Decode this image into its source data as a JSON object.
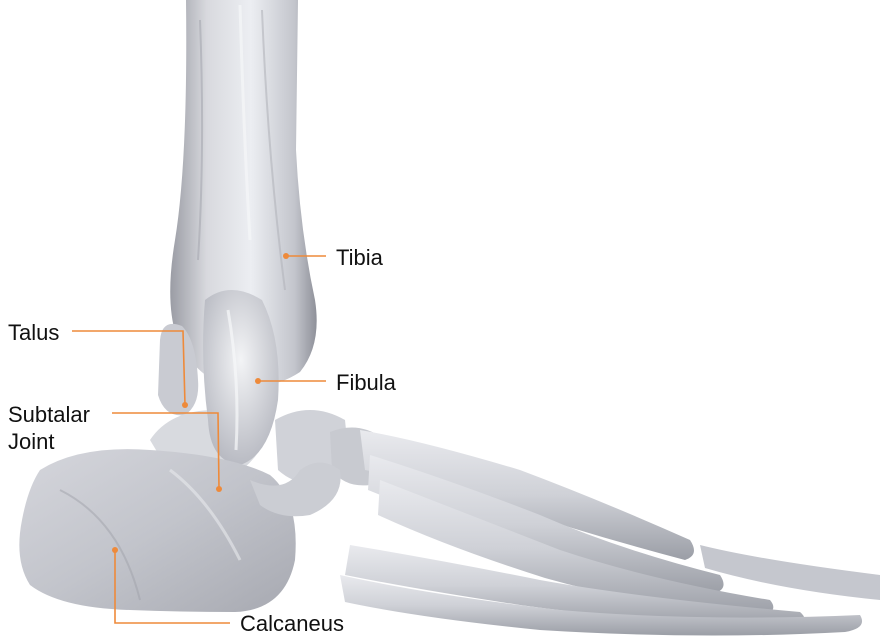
{
  "labels": {
    "tibia": "Tibia",
    "talus": "Talus",
    "fibula": "Fibula",
    "subtalar_line1": "Subtalar",
    "subtalar_line2": "Joint",
    "calcaneus": "Calcaneus"
  },
  "colors": {
    "leader": "#ee8a3a",
    "bone_light": "#e6e7ec",
    "bone_mid": "#c6c8cf",
    "bone_dark": "#8d9099",
    "background": "#ffffff"
  }
}
